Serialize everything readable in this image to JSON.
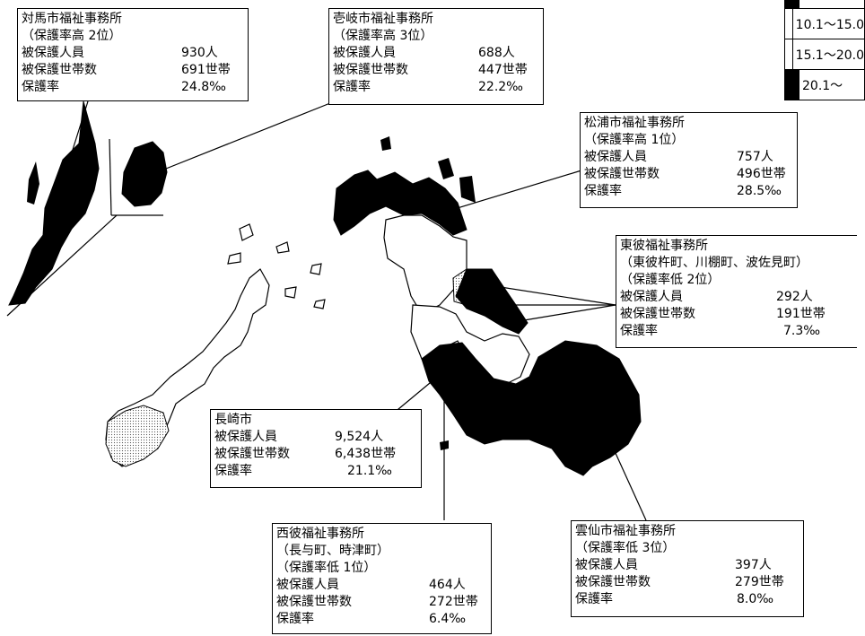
{
  "colors": {
    "high": "#000000",
    "mid": "#ffffff",
    "low_dot": "#cfcfcf",
    "line": "#000000"
  },
  "legend": [
    {
      "label": "",
      "color": "#000000"
    },
    {
      "label": "10.1～15.0",
      "color": "#ffffff"
    },
    {
      "label": "15.1～20.0",
      "color": "#ffffff"
    },
    {
      "label": "20.1～",
      "color": "#000000"
    }
  ],
  "offices": {
    "tsushima": {
      "name": "対馬市福祉事務所",
      "rank": "（保護率高  2位）",
      "k1": "被保護人員",
      "v1": "930人",
      "k2": "被保護世帯数",
      "v2": "691世帯",
      "k3": "保護率",
      "v3": "24.8‰"
    },
    "iki": {
      "name": "壱岐市福祉事務所",
      "rank": "（保護率高  3位）",
      "k1": "被保護人員",
      "v1": "688人",
      "k2": "被保護世帯数",
      "v2": "447世帯",
      "k3": "保護率",
      "v3": "22.2‰"
    },
    "matsuura": {
      "name": "松浦市福祉事務所",
      "rank": "（保護率高  1位）",
      "k1": "被保護人員",
      "v1": "757人",
      "k2": "被保護世帯数",
      "v2": "496世帯",
      "k3": "保護率",
      "v3": "28.5‰"
    },
    "higashisonogi": {
      "name": "東彼福祉事務所",
      "area": "（東彼杵町、川棚町、波佐見町）",
      "rank": "（保護率低  2位）",
      "k1": "被保護人員",
      "v1": "292人",
      "k2": "被保護世帯数",
      "v2": "191世帯",
      "k3": "保護率",
      "v3": "7.3‰"
    },
    "nagasaki": {
      "name": "長崎市",
      "k1": "被保護人員",
      "v1": "9,524人",
      "k2": "被保護世帯数",
      "v2": "6,438世帯",
      "k3": "保護率",
      "v3": "21.1‰"
    },
    "nishisonogi": {
      "name": "西彼福祉事務所",
      "area": "（長与町、時津町）",
      "rank": "（保護率低  1位）",
      "k1": "被保護人員",
      "v1": "464人",
      "k2": "被保護世帯数",
      "v2": "272世帯",
      "k3": "保護率",
      "v3": "6.4‰"
    },
    "unzen": {
      "name": "雲仙市福祉事務所",
      "rank": "（保護率低  3位）",
      "k1": "被保護人員",
      "v1": "397人",
      "k2": "被保護世帯数",
      "v2": "279世帯",
      "k3": "保護率",
      "v3": "8.0‰"
    }
  }
}
